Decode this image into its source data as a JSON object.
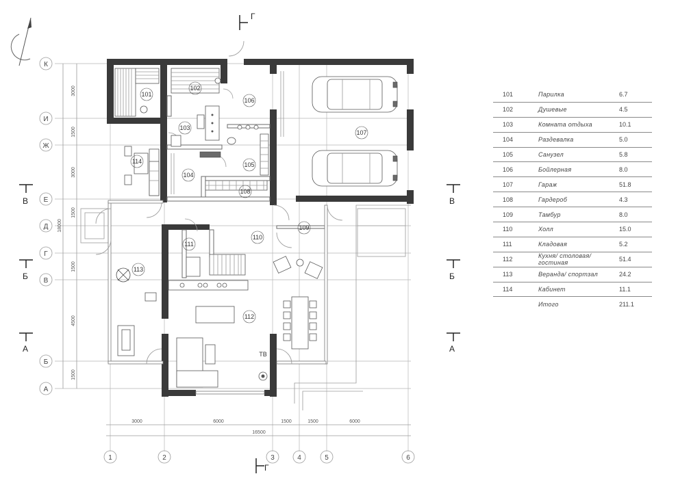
{
  "rooms": [
    {
      "number": "101",
      "name": "Парилка",
      "area": "6.7"
    },
    {
      "number": "102",
      "name": "Душевые",
      "area": "4.5"
    },
    {
      "number": "103",
      "name": "Комната отдыха",
      "area": "10.1"
    },
    {
      "number": "104",
      "name": "Раздевалка",
      "area": "5.0"
    },
    {
      "number": "105",
      "name": "Санузел",
      "area": "5.8"
    },
    {
      "number": "106",
      "name": "Бойлерная",
      "area": "8.0"
    },
    {
      "number": "107",
      "name": "Гараж",
      "area": "51.8"
    },
    {
      "number": "108",
      "name": "Гардероб",
      "area": "4.3"
    },
    {
      "number": "109",
      "name": "Тамбур",
      "area": "8.0"
    },
    {
      "number": "110",
      "name": "Холл",
      "area": "15.0"
    },
    {
      "number": "111",
      "name": "Кладовая",
      "area": "5.2"
    },
    {
      "number": "112",
      "name": "Кухня/ столовая/ гостиная",
      "area": "51.4"
    },
    {
      "number": "113",
      "name": "Веранда/ спортзал",
      "area": "24.2"
    },
    {
      "number": "114",
      "name": "Кабинет",
      "area": "11.1"
    }
  ],
  "total": {
    "name": "Итого",
    "area": "211.1"
  },
  "axes": {
    "rows": [
      "К",
      "И",
      "Ж",
      "Е",
      "Д",
      "Г",
      "В",
      "Б",
      "А"
    ],
    "cols": [
      "1",
      "2",
      "3",
      "4",
      "5",
      "6"
    ]
  },
  "dimensions": {
    "vertical": [
      "3000",
      "1500",
      "3000",
      "1500",
      "18000",
      "1500",
      "4500",
      "1500"
    ],
    "horizontal": [
      "3000",
      "6000",
      "1500",
      "1500",
      "6000"
    ],
    "overall": "16500"
  },
  "sections": {
    "v": "В",
    "b": "Б",
    "a": "А",
    "g": "Г"
  },
  "tv_label": "ТВ"
}
